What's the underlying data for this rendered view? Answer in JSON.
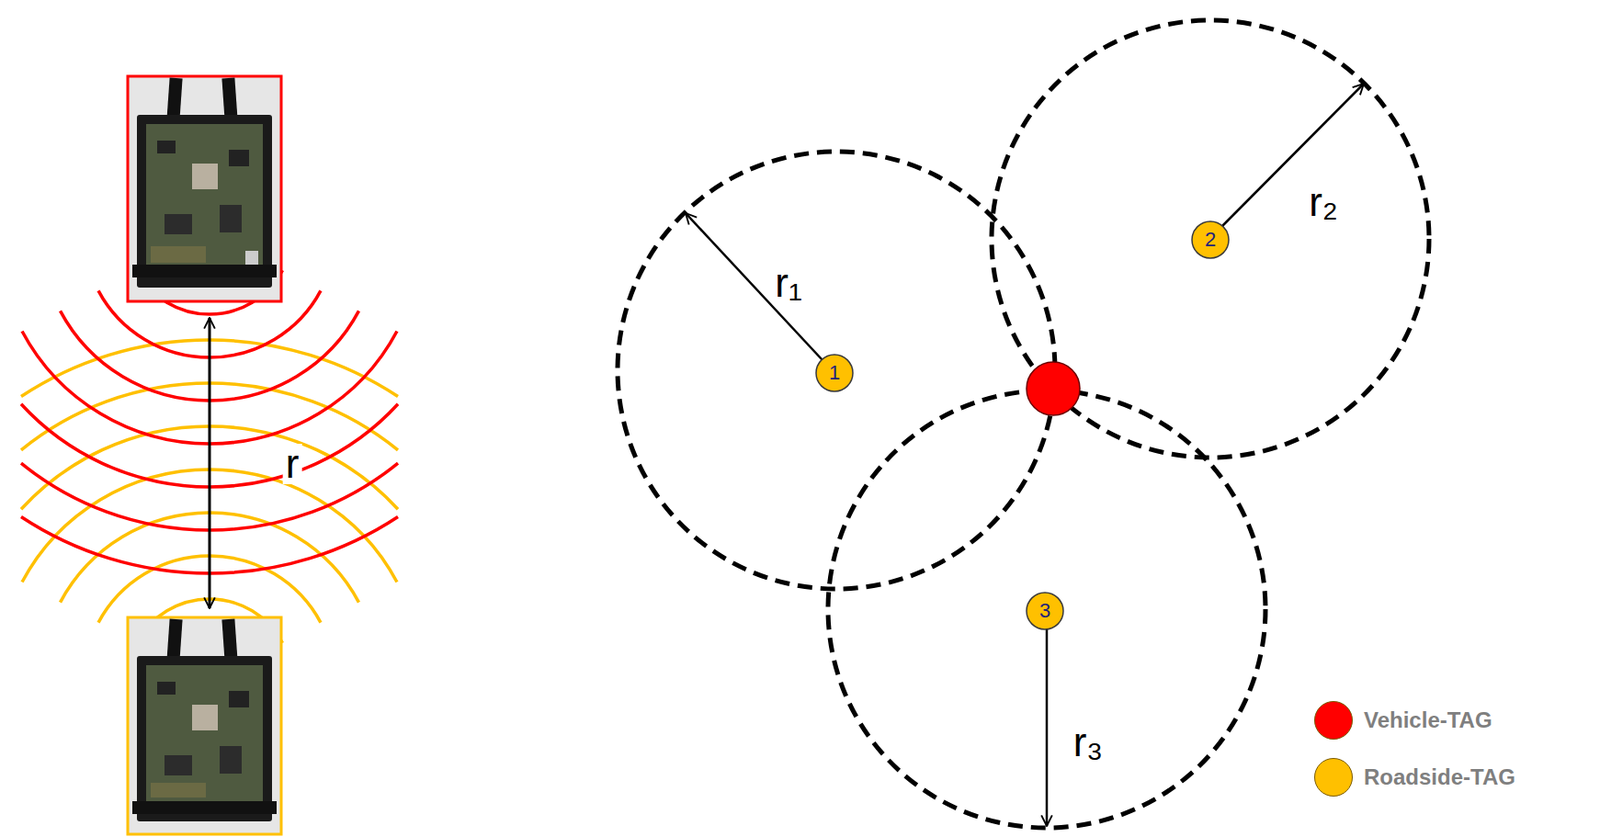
{
  "diagram": {
    "nodes": [
      {
        "text": [
          "1"
        ]
      },
      {
        "text": [
          "2"
        ]
      },
      {
        "text": [
          "3"
        ]
      }
    ],
    "labels": [
      "r",
      "r₁",
      "r₂",
      "r₃"
    ],
    "legend": [
      {
        "text": "Vehicle-TAG",
        "color": "#ff0000"
      },
      {
        "text": "Roadside-TAG",
        "color": "#ffc000"
      }
    ]
  }
}
